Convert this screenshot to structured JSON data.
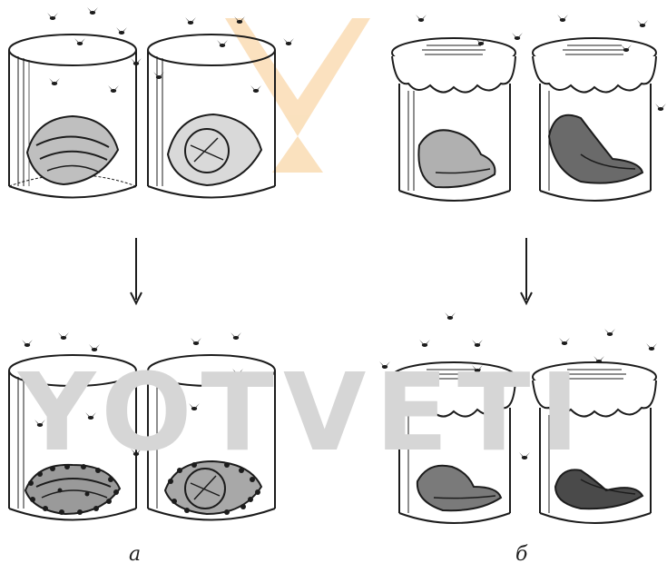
{
  "labels": {
    "a": "а",
    "b": "б"
  },
  "watermark": {
    "text": "YOTVETI",
    "text_color": "#d6d6d6",
    "logo_color": "#f7c98a"
  },
  "colors": {
    "ink": "#1c1c1c",
    "meat_light": "#d9d9d9",
    "meat_dark": "#6a6a6a",
    "paper": "#ffffff"
  }
}
